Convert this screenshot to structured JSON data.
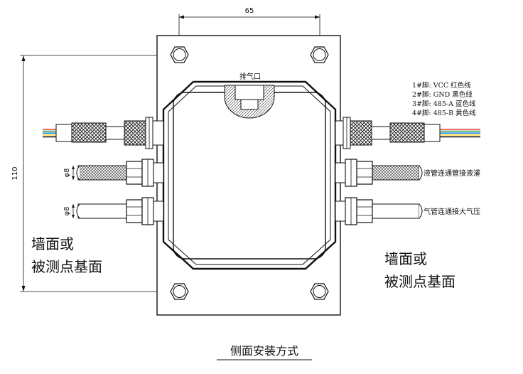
{
  "dimensions": {
    "width_label": "65",
    "height_label": "110"
  },
  "vent_label": "排气口",
  "pins": [
    "1#脚: VCC  红色线",
    "2#脚: GND  黑色线",
    "3#脚: 485-A 蓝色线",
    "4#脚: 485-B 黄色线"
  ],
  "pipe_diameter_label": "φ8",
  "liquid_pipe_note": "液管连通管接液灌",
  "gas_pipe_note": "气管连通接大气压",
  "mount_surface_left": [
    "墙面或",
    "被测点基面"
  ],
  "mount_surface_right": [
    "墙面或",
    "被测点基面"
  ],
  "caption": "侧面安装方式",
  "wire_colors": [
    "#e53935",
    "#43a047",
    "#1e88e5",
    "#fdd835",
    "#111111"
  ]
}
